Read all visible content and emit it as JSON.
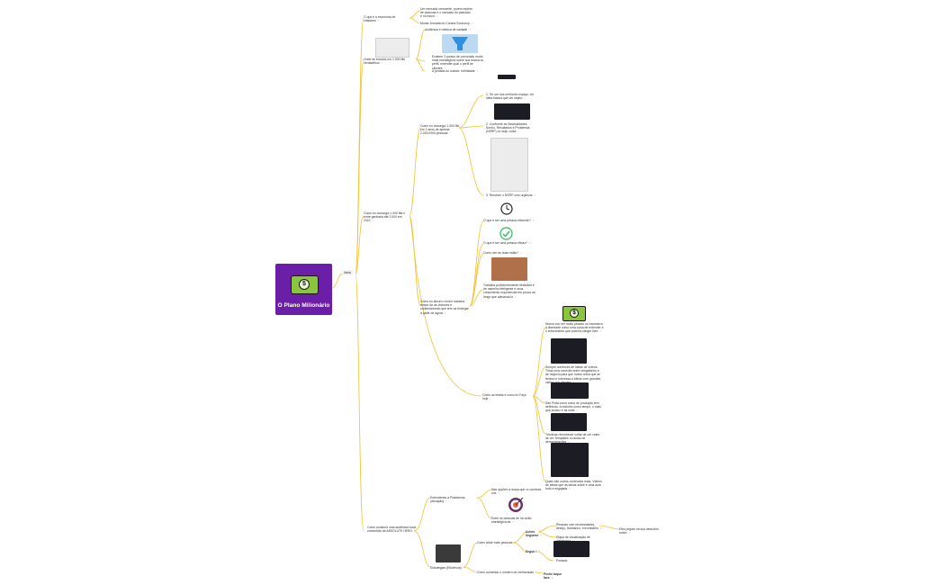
{
  "root": {
    "title": "O Plano Milionário",
    "icon": "dollar-bill-icon",
    "color": "#6b1fa8"
  },
  "hub": {
    "label": "Ideia"
  },
  "accent_color": "#f2c230",
  "branch1": {
    "label": "O que é a economia de criadores",
    "children": [
      "Um mercado crescente, porém repleto de pessoas e o mercado do passado é no futuro",
      "Monta Jornada do Creator Economy"
    ]
  },
  "branch2": {
    "label": "Onde se encaixa um 1.000 fãs verdadeiros",
    "children": [
      "Audiência e métrica de vaidade",
      "Existem 3 pontos de conversão muito mais estratégicos sobre sua marca ou perfil, entender qual o perfil de clientes",
      "A jornada do criador: Intimidade"
    ]
  },
  "branch3": {
    "label": "Como eu conseguí 1.000 fãs e entre ganharia até 2.000 em 2022",
    "sub1": {
      "label": "Como eu consegui 1.000 fãs em 2 anos de apenas 2.000.0000 pessoas",
      "children": [
        "1. Ter um dos melhores espaço, ter ideia básica que um objeto",
        "2. Conforme as Necessidades, Sonho, Resultados e Problemas (NSRP) ou seja, coisa",
        "3. Resolver o NSRP com urgência"
      ]
    },
    "sub2": {
      "label": "Como eu lancei o motor maneira tempo de as chances e contentamento que tem os entregar a partir de agora",
      "children": [
        "O que é ser uma pessoa eficiente?",
        "O que é ser uma pessoa eficaz?",
        "Como vim as duas estão?",
        "Trabalhe proficientemente flexibilize e de maneira inteligente e seus crescimento exponencial em pouco ao longo que alavancá-lo"
      ]
    },
    "sub3": {
      "label": "Como as festas e como eu Faço hoje",
      "children": [
        "Nunca vou ser muito pesado ou excessivo. A liberdade como uma coisa de entender e o crescimento que poderia vanger livre",
        "Sempre conheces de idéias de vídeos. Tinha uma conexão entre obrigatórios e de negócio para que nosso coisa que se lembra e Interessa a idéias com grandes visões dos clientes",
        "São Frida como como de produção tem definindo. A maiores como tempo, o mais que produz e as mais",
        "Técnicas reconhecer voltar de um vídeo de um Templates ou aulas de demonstrações",
        "Quais são outros conteúdos mais. Vídeos de ideias que as ideias sobre e uma aula todo a engajada"
      ]
    }
  },
  "branch4": {
    "label": "Como construir uma audiência local, comunhão de ABSOLUTE HERO",
    "sub1": {
      "label": "Entendendo a Plataforma (Ativação)",
      "children": [
        "Nas opções a nossa que vc conhece nós",
        "Entre se pessoas de há visão estratégica da"
      ]
    },
    "sub2": {
      "label": "Estratégias (Eficiência)",
      "children": {
        "attract": {
          "label": "Como atrair mais pessoas",
          "items": [
            "Aches Seguinte",
            "Pessoas com necessidades, desejo, tranhanco, em trabalho",
            "Etapa de visualização de plataforma",
            "Seguir I",
            "Postado"
          ],
          "side": "Eles pegam na sua descobrir sobre"
        },
        "convert": {
          "label": "Como aumentar o número de melhoradas",
          "items": [
            "Peche toque face"
          ]
        }
      }
    }
  }
}
